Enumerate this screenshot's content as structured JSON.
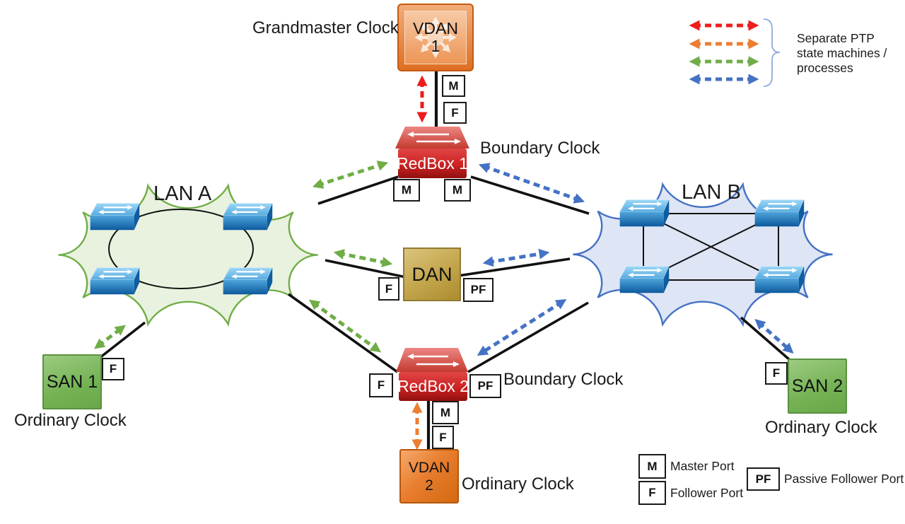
{
  "nodes": {
    "vdan1": {
      "line1": "VDAN",
      "line2": "1",
      "role": "Grandmaster Clock"
    },
    "redbox1": {
      "label": "RedBox 1",
      "role": "Boundary Clock"
    },
    "redbox2": {
      "label": "RedBox 2",
      "role": "Boundary Clock"
    },
    "dan": {
      "label": "DAN"
    },
    "lan_a": {
      "label": "LAN A"
    },
    "lan_b": {
      "label": "LAN B"
    },
    "san1": {
      "label": "SAN 1",
      "role": "Ordinary Clock"
    },
    "san2": {
      "label": "SAN 2",
      "role": "Ordinary Clock"
    },
    "vdan2": {
      "line1": "VDAN",
      "line2": "2",
      "role": "Ordinary Clock"
    }
  },
  "ports": {
    "master": "M",
    "follower": "F",
    "passive_follower": "PF"
  },
  "legend_processes": {
    "lines": [
      "Separate PTP",
      "state machines /",
      "processes"
    ],
    "arrow_colors": [
      "#EE1C1C",
      "#ED7D31",
      "#70AD47",
      "#4472C4"
    ]
  },
  "legend_ports": [
    {
      "symbol": "M",
      "label": "Master Port"
    },
    {
      "symbol": "F",
      "label": "Follower Port"
    },
    {
      "symbol": "PF",
      "label": "Passive Follower Port"
    }
  ],
  "colors": {
    "red": "#EE1C1C",
    "orange": "#ED7D31",
    "green": "#70AD47",
    "blue": "#4472C4",
    "lan_a_fill": "#E9F2DF",
    "lan_a_stroke": "#70AD47",
    "lan_b_fill": "#DEE5F4",
    "lan_b_stroke": "#4472C4"
  }
}
